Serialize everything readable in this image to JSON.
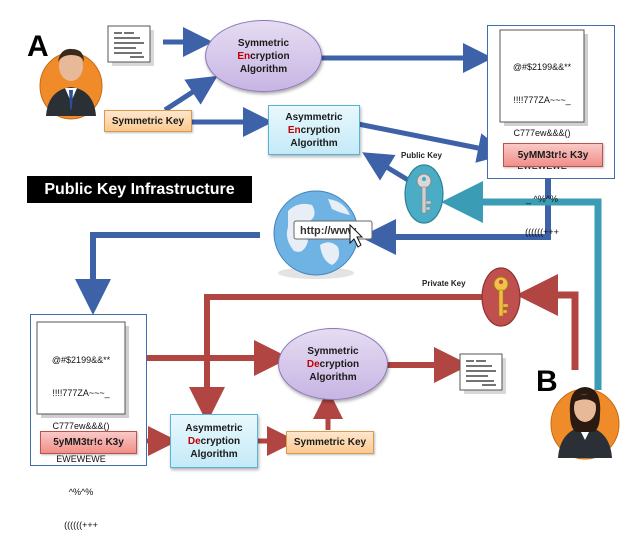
{
  "title": "Public Key Infrastructure",
  "persons": {
    "sender": "A",
    "receiver": "B"
  },
  "sender_side": {
    "sym_enc": {
      "line1": "Symmetric",
      "line2_pre": "",
      "line2_hl": "En",
      "line2_post": "cryption",
      "line3": "Algorithm"
    },
    "asym_enc": {
      "line1": "Asymmetric",
      "line2_hl": "En",
      "line2_post": "cryption",
      "line3": "Algorithm"
    },
    "symmetric_key": "Symmetric Key",
    "public_key_label": "Public  Key"
  },
  "package_top": {
    "cipher": [
      "@#$2199&&**",
      "!!!!777ZA~~~_",
      "C777ew&&&()",
      "EWEWEWE",
      "_ ^%^%",
      "((((((+++"
    ],
    "encrypted_key": "5yMM3tr!c K3y"
  },
  "url_text": "http://www.",
  "receiver_side": {
    "private_key_label": "Private Key",
    "sym_dec": {
      "line1": "Symmetric",
      "line2_hl": "De",
      "line2_post": "cryption",
      "line3": "Algorithm"
    },
    "asym_dec": {
      "line1": "Asymmetric",
      "line2_hl": "De",
      "line2_post": "cryption",
      "line3": "Algorithm"
    },
    "symmetric_key": "Symmetric Key"
  },
  "package_bottom": {
    "cipher": [
      "@#$2199&&**",
      "!!!!777ZA~~~_",
      "C777ew&&&()",
      "EWEWEWE",
      "^%^%",
      "((((((+++"
    ],
    "encrypted_key": "5yMM3tr!c K3y"
  },
  "colors": {
    "blue_arrow": "#4472c4",
    "teal_arrow": "#4bacc6",
    "red_arrow": "#c0504d",
    "hl": "#c00000"
  }
}
